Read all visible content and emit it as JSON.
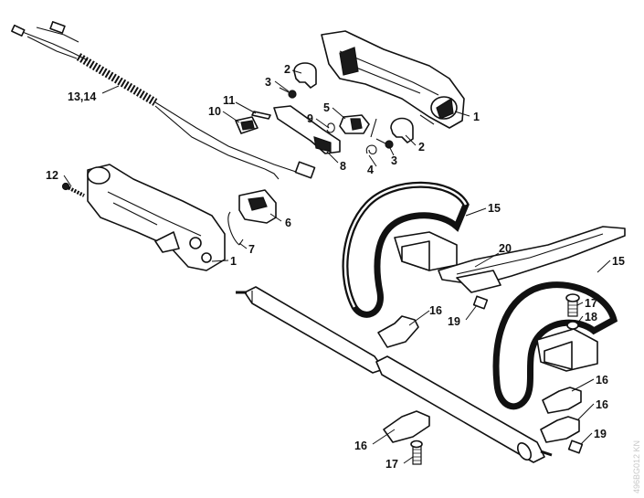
{
  "labels": {
    "l1_top": "1",
    "l1_bottom": "1",
    "l2_top": "2",
    "l2_right": "2",
    "l3_top": "3",
    "l3_right": "3",
    "l4": "4",
    "l5": "5",
    "l6": "6",
    "l7": "7",
    "l8": "8",
    "l9": "9",
    "l10": "10",
    "l11": "11",
    "l12": "12",
    "l13_14": "13,14",
    "l15_top": "15",
    "l15_right": "15",
    "l16_a": "16",
    "l16_b": "16",
    "l16_c": "16",
    "l16_d": "16",
    "l17_a": "17",
    "l17_b": "17",
    "l18": "18",
    "l19_a": "19",
    "l19_b": "19",
    "l20": "20"
  },
  "watermark": "496BG012 KN"
}
